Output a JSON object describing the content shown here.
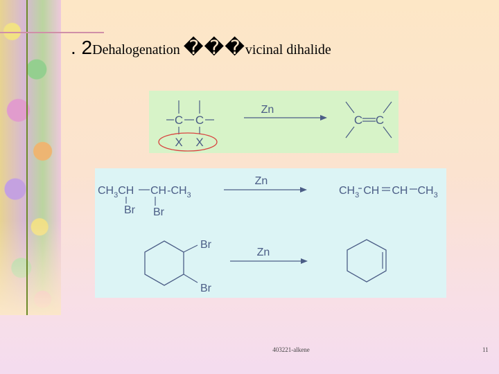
{
  "title": {
    "number": ". 2",
    "prefix": "Dehalogenation ",
    "garbled": "���",
    "suffix": "vicinal dihalide"
  },
  "reactions": [
    {
      "reactant": {
        "c_left": "C",
        "c_right": "C",
        "x_left": "X",
        "x_right": "X"
      },
      "reagent": "Zn",
      "product": {
        "c_left": "C",
        "c_right": "C"
      }
    },
    {
      "reactant": {
        "ch3a": "CH",
        "sub3a": "3",
        "ch": "CH",
        "dash": "—",
        "ch2": "CH",
        "dot": "-",
        "ch3b": "CH",
        "sub3b": "3",
        "br1": "Br",
        "br2": "Br"
      },
      "reagent": "Zn",
      "product": {
        "ch3a": "CH",
        "sub3a": "3",
        "ch1": "CH",
        "ch2": "CH",
        "ch3b": "CH",
        "sub3b": "3"
      }
    },
    {
      "reactant": {
        "br1": "Br",
        "br2": "Br"
      },
      "reagent": "Zn"
    }
  ],
  "footer": {
    "center": "403221-alkene",
    "page": "11"
  },
  "colors": {
    "panel1": "#d7f3c8",
    "panel2": "#dcf4f5",
    "ink": "#4b5d86",
    "highlight": "#d8433f"
  }
}
